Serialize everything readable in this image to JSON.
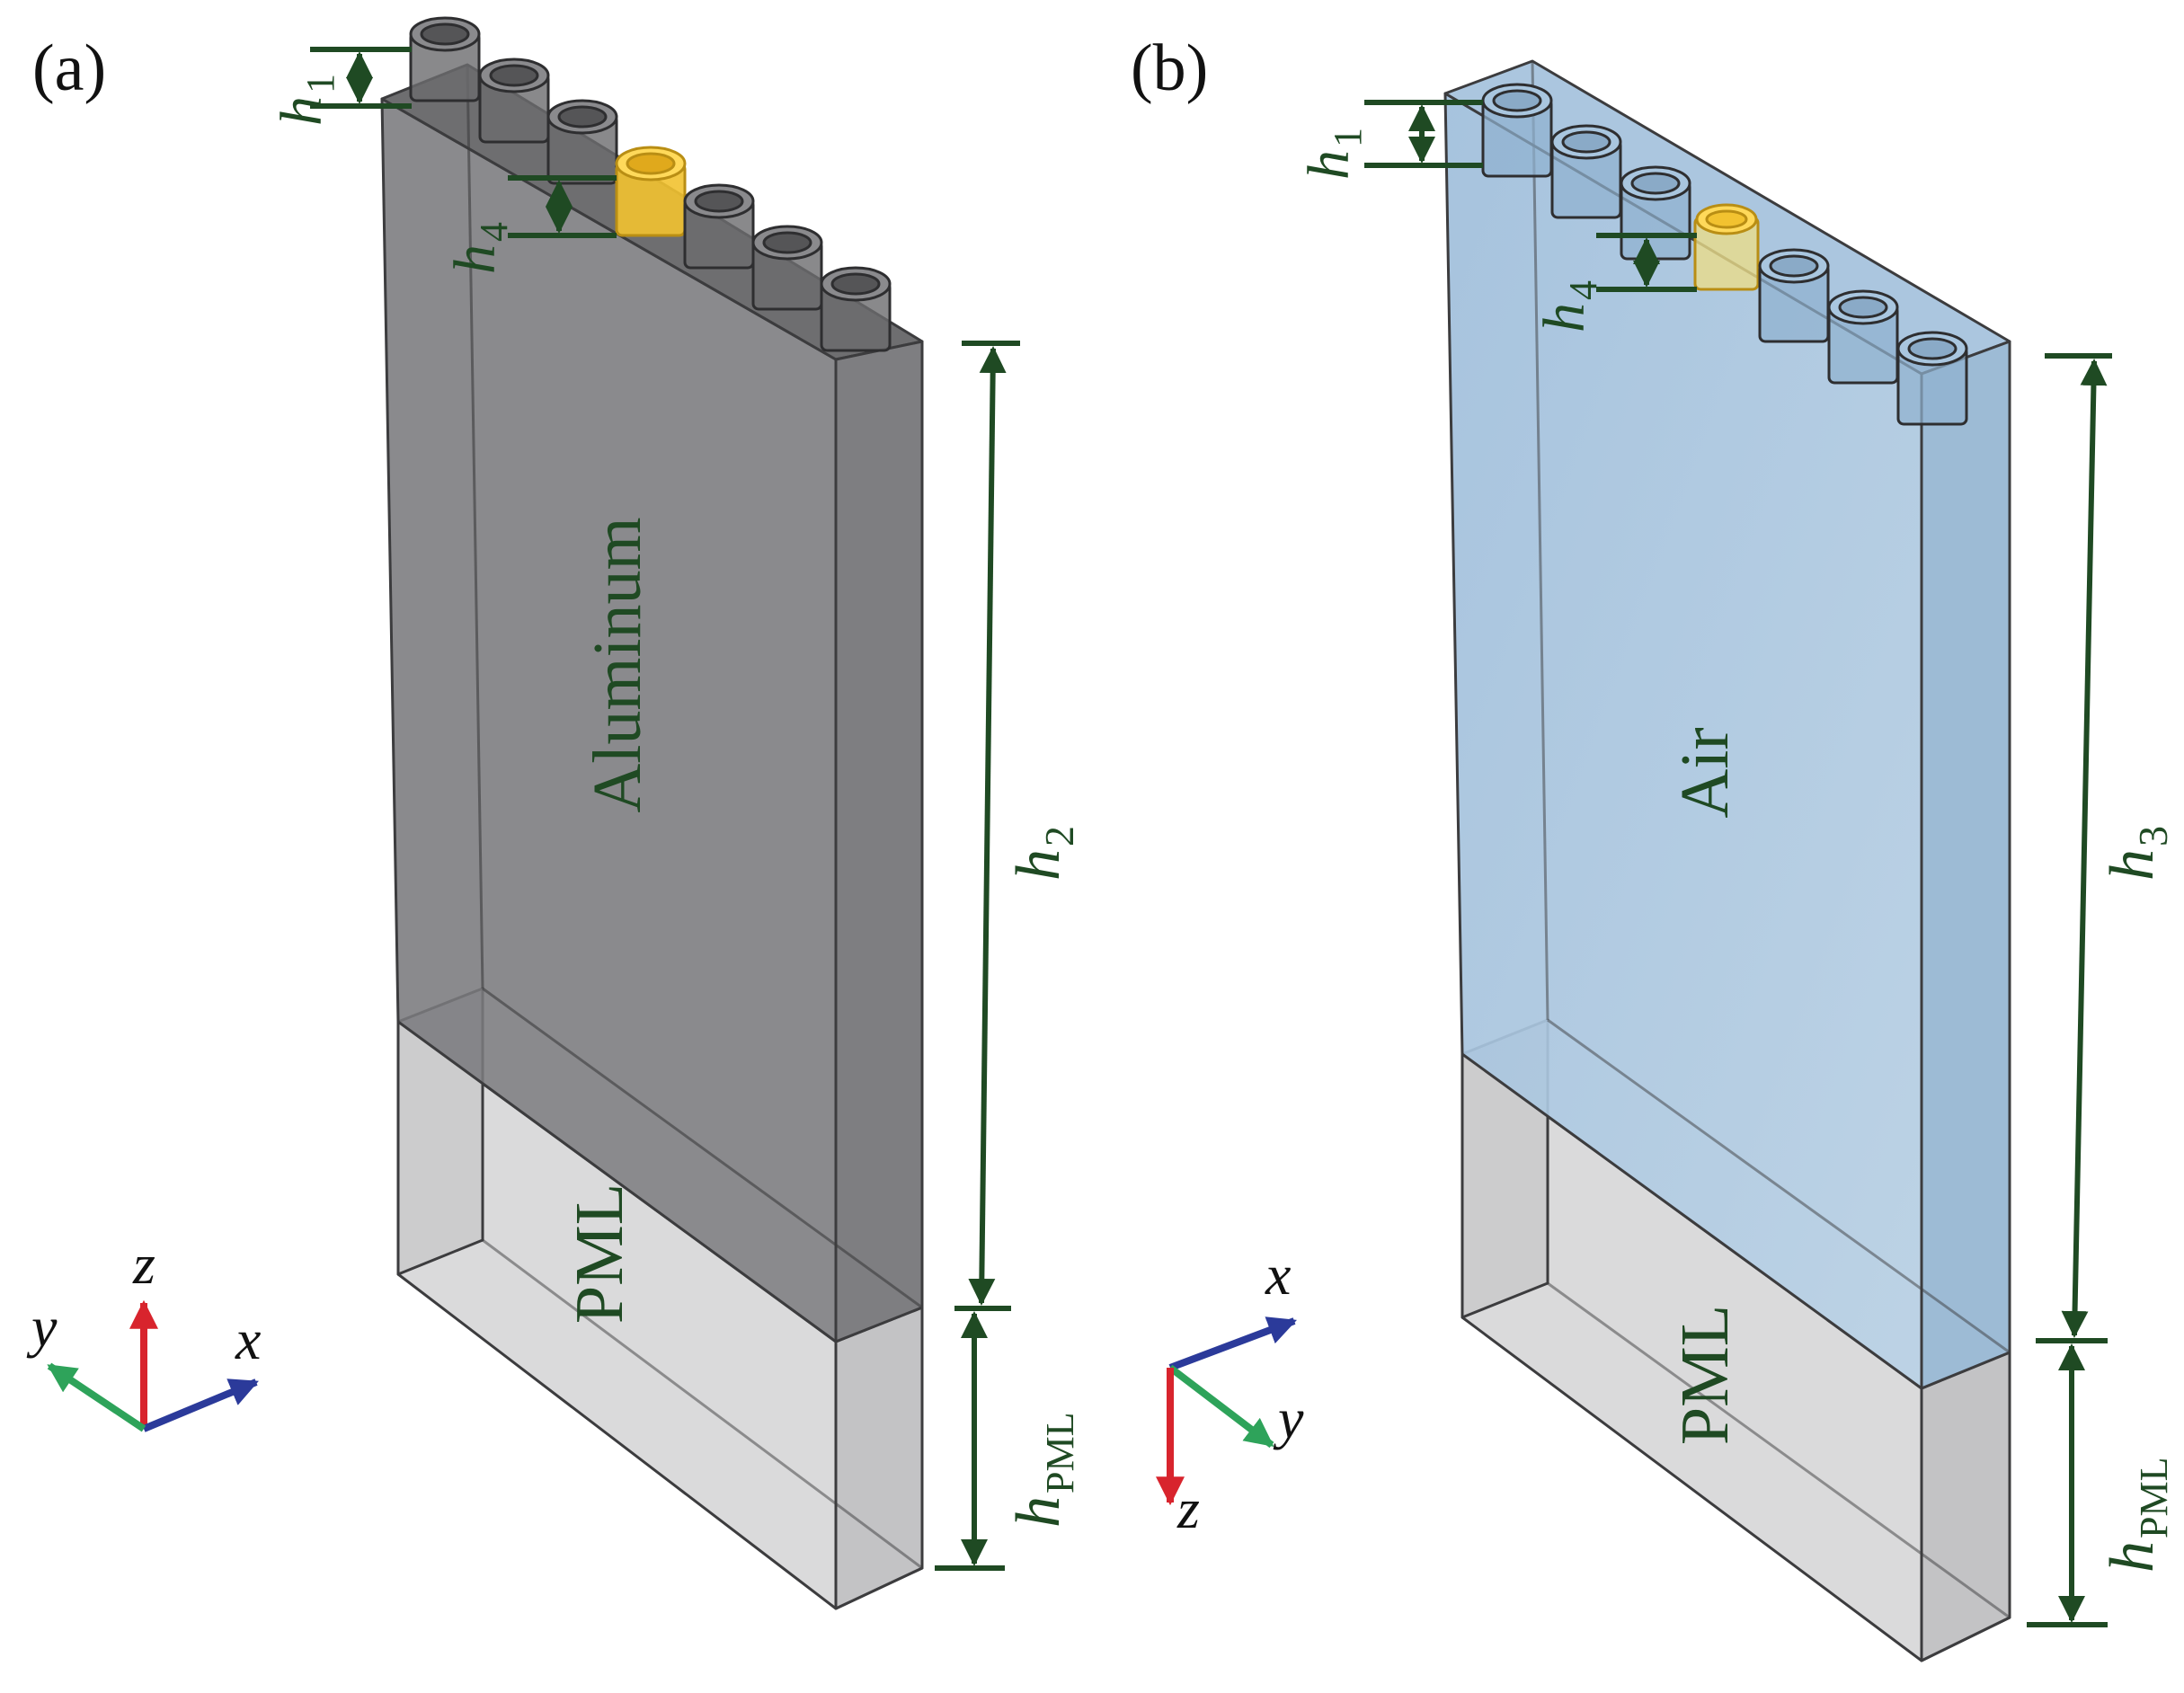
{
  "panels": [
    {
      "id": "a",
      "label": "(a)",
      "domain_label": "Aluminum",
      "domain_fill": "#6e6e70",
      "pml_label": "PML",
      "dims": {
        "h1": "1",
        "h4": "4",
        "h2": "2",
        "hpml": "PML"
      },
      "axes": {
        "x": "x",
        "y": "y",
        "z": "z"
      }
    },
    {
      "id": "b",
      "label": "(b)",
      "domain_label": "Air",
      "domain_fill": "#9dbcd9",
      "pml_label": "PML",
      "dims": {
        "h1": "1",
        "h4": "4",
        "h3": "3",
        "hpml": "PML"
      },
      "axes": {
        "x": "x",
        "y": "y",
        "z": "z"
      }
    }
  ],
  "dimension_symbol": "h",
  "colors": {
    "dimension": "#1f4a23",
    "label_green": "#1f4a23",
    "pml_fill": "#cfcfcf",
    "edge": "#3c3c3e",
    "highlight_tube": "#f2c230",
    "axis_x": "#2b3a9a",
    "axis_y": "#2ea35a",
    "axis_z": "#d8242d"
  },
  "icons": {
    "tube": "hollow-cylinder",
    "highlight_tube": "hollow-cylinder-yellow",
    "arrow": "dimension-double-arrow"
  }
}
